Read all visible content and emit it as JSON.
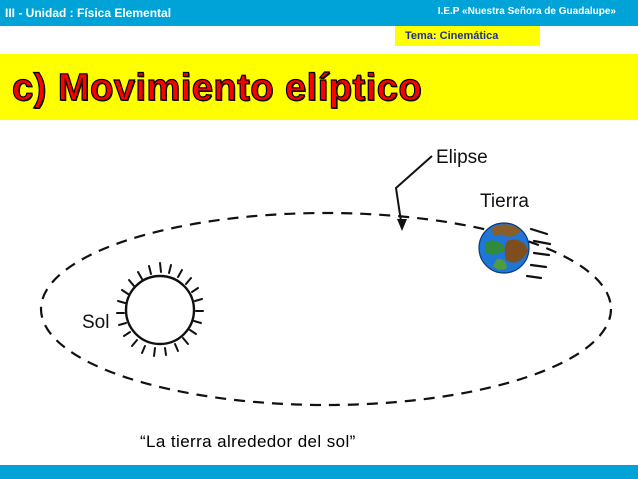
{
  "header": {
    "unit_label": "III - Unidad :  Física   Elemental",
    "school_label": "I.E.P «Nuestra Señora de Guadalupe»",
    "topic_label": "Tema:  Cinemática"
  },
  "slide": {
    "title": "c)  Movimiento  elíptico"
  },
  "diagram": {
    "ellipse_label": "Elipse",
    "earth_label": "Tierra",
    "sun_label": "Sol"
  },
  "caption": "“La  tierra  alrededor  del  sol”",
  "colors": {
    "header_blue": "#00a3d8",
    "highlight_yellow": "#ffff00",
    "title_red": "#ff0000",
    "topic_navy": "#1f2f8f"
  }
}
